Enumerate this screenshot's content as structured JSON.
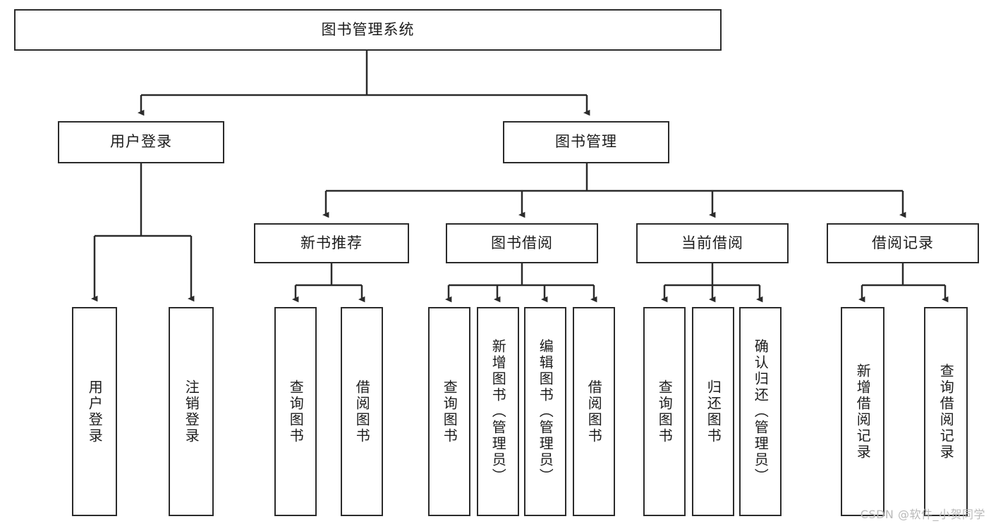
{
  "diagram": {
    "title": "图书管理系统",
    "watermark": "CSDN @软件_小贺同学",
    "stroke_color": "#2b2b2b",
    "background_color": "#ffffff",
    "text_color": "#1c1c1c",
    "watermark_color": "#b9b9b9",
    "orientation": "top-down-tree"
  },
  "nodes": {
    "root": {
      "label": "图书管理系统",
      "level": 0
    },
    "l1": [
      {
        "id": "user-login",
        "label": "用户登录",
        "level": 1
      },
      {
        "id": "book-manage",
        "label": "图书管理",
        "level": 1
      }
    ],
    "l2": [
      {
        "id": "new-book-recommend",
        "label": "新书推荐",
        "level": 2,
        "parent": "book-manage"
      },
      {
        "id": "book-borrow",
        "label": "图书借阅",
        "level": 2,
        "parent": "book-manage"
      },
      {
        "id": "current-borrow",
        "label": "当前借阅",
        "level": 2,
        "parent": "book-manage"
      },
      {
        "id": "borrow-record",
        "label": "借阅记录",
        "level": 2,
        "parent": "book-manage"
      }
    ],
    "leaves": [
      {
        "id": "leaf-user-login",
        "label": "用户登录",
        "parent": "user-login"
      },
      {
        "id": "leaf-logout",
        "label": "注销登录",
        "parent": "user-login"
      },
      {
        "id": "leaf-query-book-1",
        "label": "查询图书",
        "parent": "new-book-recommend"
      },
      {
        "id": "leaf-borrow-book-1",
        "label": "借阅图书",
        "parent": "new-book-recommend"
      },
      {
        "id": "leaf-query-book-2",
        "label": "查询图书",
        "parent": "book-borrow"
      },
      {
        "id": "leaf-add-book",
        "label": "新增图书（管理员）",
        "parent": "book-borrow"
      },
      {
        "id": "leaf-edit-book",
        "label": "编辑图书（管理员）",
        "parent": "book-borrow"
      },
      {
        "id": "leaf-borrow-book-2",
        "label": "借阅图书",
        "parent": "book-borrow"
      },
      {
        "id": "leaf-query-book-3",
        "label": "查询图书",
        "parent": "current-borrow"
      },
      {
        "id": "leaf-return-book",
        "label": "归还图书",
        "parent": "current-borrow"
      },
      {
        "id": "leaf-confirm-return",
        "label": "确认归还（管理员）",
        "parent": "current-borrow"
      },
      {
        "id": "leaf-add-record",
        "label": "新增借阅记录",
        "parent": "borrow-record"
      },
      {
        "id": "leaf-query-record",
        "label": "查询借阅记录",
        "parent": "borrow-record"
      }
    ]
  }
}
